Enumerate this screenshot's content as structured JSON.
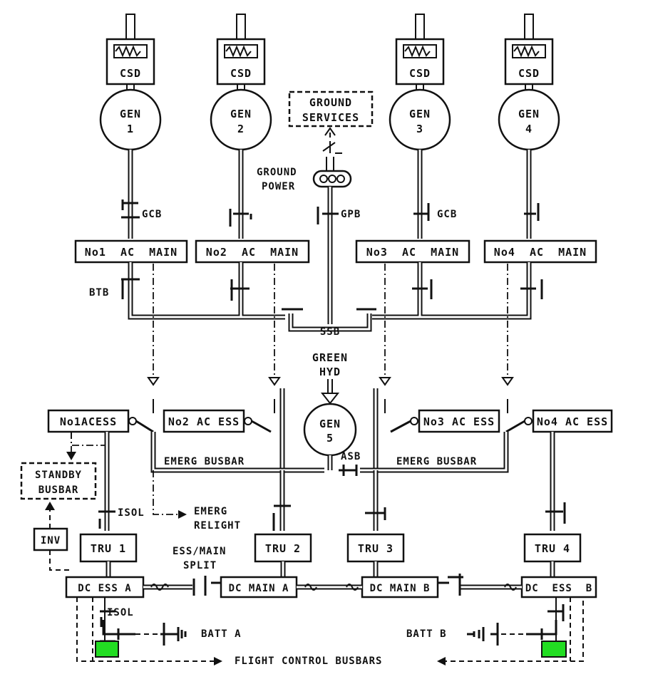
{
  "diagram": {
    "generators": [
      {
        "label": "GEN",
        "num": "1",
        "csd": "CSD"
      },
      {
        "label": "GEN",
        "num": "2",
        "csd": "CSD"
      },
      {
        "label": "GEN",
        "num": "3",
        "csd": "CSD"
      },
      {
        "label": "GEN",
        "num": "4",
        "csd": "CSD"
      },
      {
        "label": "GEN",
        "num": "5"
      }
    ],
    "ground_services": [
      "GROUND",
      "SERVICES"
    ],
    "ground_power": [
      "GROUND",
      "POWER"
    ],
    "labels": {
      "gcb_left": "GCB",
      "gcb_right": "GCB",
      "gpb": "GPB",
      "btb": "BTB",
      "ssb": "SSB",
      "green_hyd": [
        "GREEN",
        "HYD"
      ],
      "asb": "ASB",
      "emerg_busbar_left": "EMERG BUSBAR",
      "emerg_busbar_right": "EMERG BUSBAR",
      "isol_upper": "ISOL",
      "isol_lower": "ISOL",
      "emerg_relight": [
        "EMERG",
        "RELIGHT"
      ],
      "ess_main_split": [
        "ESS/MAIN",
        "SPLIT"
      ],
      "batt_a": "BATT A",
      "batt_b": "BATT B",
      "flight_control": "FLIGHT CONTROL BUSBARS"
    },
    "ac_main": [
      "No1  AC  MAIN",
      "No2  AC  MAIN",
      "No3  AC  MAIN",
      "No4  AC  MAIN"
    ],
    "ac_ess": [
      "No1ACESS",
      "No2 AC ESS",
      "No3 AC ESS",
      "No4 AC ESS"
    ],
    "standby": [
      "STANDBY",
      "BUSBAR"
    ],
    "inv": "INV",
    "tru": [
      "TRU 1",
      "TRU 2",
      "TRU 3",
      "TRU 4"
    ],
    "dc": [
      "DC ESS A",
      "DC MAIN A",
      "DC MAIN B",
      "DC  ESS  B"
    ],
    "colors": {
      "line": "#111111",
      "highlight": "#22dd22",
      "background": "#ffffff"
    }
  }
}
